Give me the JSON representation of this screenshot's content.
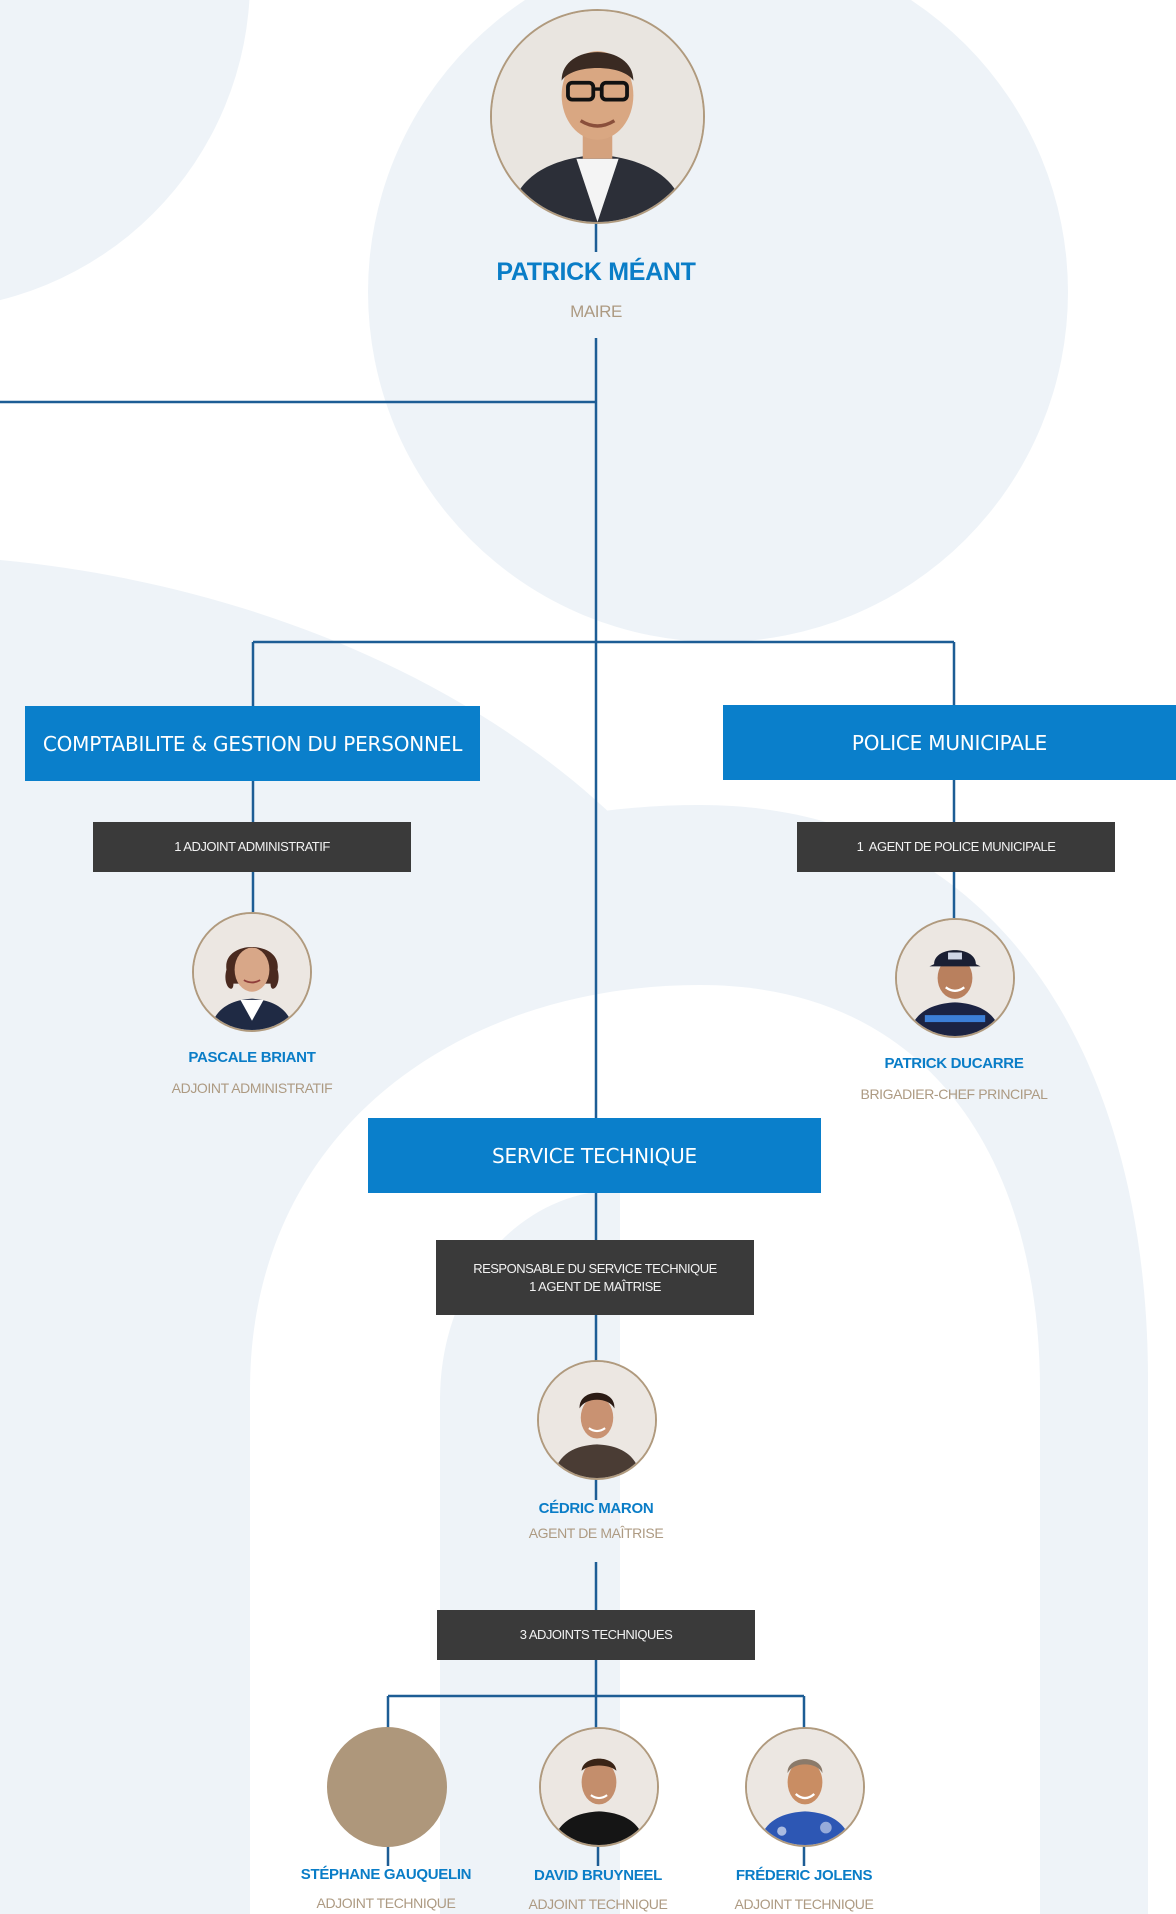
{
  "mayor": {
    "name": "PATRICK MÉANT",
    "role": "MAIRE"
  },
  "departments": {
    "accounting": {
      "title": "COMPTABILITE & GESTION DU PERSONNEL",
      "staff_box": "1 ADJOINT ADMINISTRATIF",
      "person": {
        "name": "PASCALE BRIANT",
        "role": "ADJOINT ADMINISTRATIF"
      }
    },
    "police": {
      "title": "POLICE MUNICIPALE",
      "staff_box": "1  AGENT DE POLICE MUNICIPALE",
      "person": {
        "name": "PATRICK DUCARRE",
        "role": "BRIGADIER-CHEF PRINCIPAL"
      }
    },
    "technical": {
      "title": "SERVICE TECHNIQUE",
      "staff_box_line1": "RESPONSABLE DU SERVICE TECHNIQUE",
      "staff_box_line2": "1 AGENT DE MAÎTRISE",
      "person": {
        "name": "CÉDRIC MARON",
        "role": "AGENT DE MAÎTRISE"
      },
      "team_box": "3 ADJOINTS TECHNIQUES",
      "team": [
        {
          "name": "STÉPHANE GAUQUELIN",
          "role": "ADJOINT TECHNIQUE"
        },
        {
          "name": "DAVID BRUYNEEL",
          "role": "ADJOINT TECHNIQUE"
        },
        {
          "name": "FRÉDERIC JOLENS",
          "role": "ADJOINT TECHNIQUE"
        }
      ]
    }
  },
  "colors": {
    "accent_blue": "#0a7fcb",
    "line_blue": "#1d5d95",
    "dark_box": "#3a3a3a",
    "tan_text": "#ad9a82",
    "background_shape": "#eef3f8"
  }
}
